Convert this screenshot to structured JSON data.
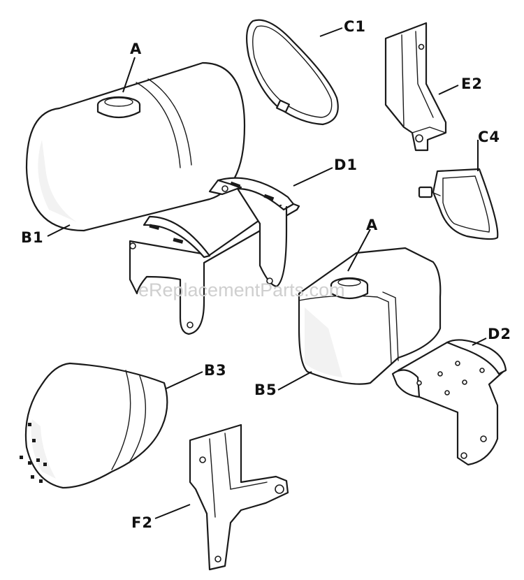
{
  "watermark": "eReplacementParts.com",
  "callouts": {
    "a_top": "A",
    "b1": "B1",
    "c1": "C1",
    "e2": "E2",
    "c4": "C4",
    "d1": "D1",
    "a_right": "A",
    "b3": "B3",
    "b5": "B5",
    "d2": "D2",
    "f2": "F2"
  }
}
